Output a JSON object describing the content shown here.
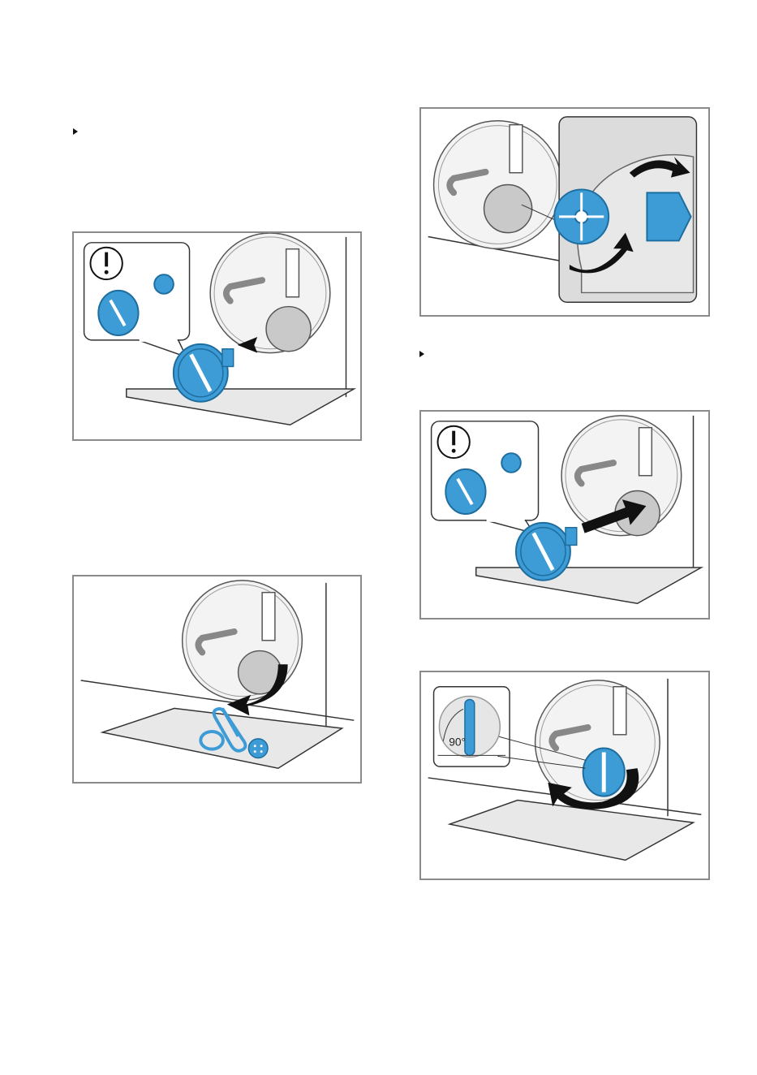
{
  "page": {
    "steps": [
      {
        "marker": "triangle-bullet",
        "text": ""
      },
      {
        "marker": "triangle-bullet",
        "text": ""
      }
    ]
  },
  "figures": [
    {
      "name": "remove-filter",
      "icons": [
        "warning-icon",
        "pump-filter-cap",
        "arrow-out-icon"
      ]
    },
    {
      "name": "clean-filter-debris",
      "icons": [
        "arrow-down-icon",
        "paperclip-icon",
        "hair-tie-icon",
        "button-icon"
      ]
    },
    {
      "name": "check-impeller-rotates",
      "icons": [
        "impeller-icon",
        "rotate-arrows-icon"
      ]
    },
    {
      "name": "reinsert-filter",
      "icons": [
        "warning-icon",
        "pump-filter-cap",
        "arrow-in-icon"
      ]
    },
    {
      "name": "turn-filter-clockwise",
      "icons": [
        "rotate-arrow-icon"
      ],
      "angle_label": "90°"
    }
  ],
  "colors": {
    "accent_blue": "#3d9bd6",
    "dark_blue": "#1d6d9e",
    "frame": "#8a8a8a",
    "panel": "#e6e6e6"
  }
}
